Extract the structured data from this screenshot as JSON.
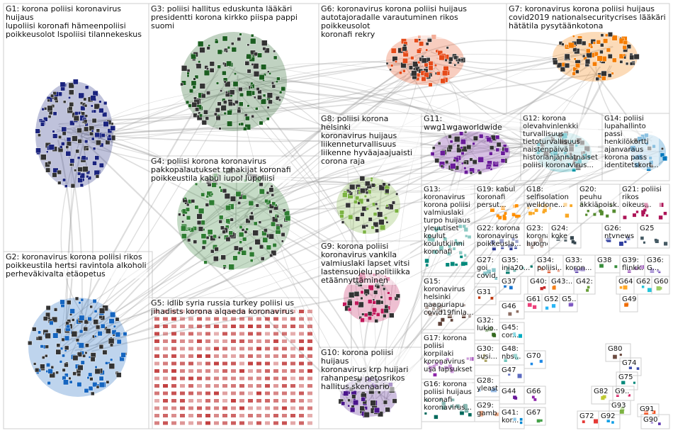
{
  "groups": [
    {
      "id": "G1",
      "label": "G1: korona poliisi koronavirus huijaus\nlupoliisi koronafi hämeenpoliisi\npoikkeusolot lspoliisi tilannekeskus",
      "color": "#1a237e"
    },
    {
      "id": "G2",
      "label": "G2: koronavirus korona poliisi rikos\npoikkeustila hertsi ravintola alkoholi\nperheväkivalta etäopetus",
      "color": "#1565c0"
    },
    {
      "id": "G3",
      "label": "G3: poliisi hallitus eduskunta lääkäri\npresidentti korona kirkko piispa pappi suomi",
      "color": "#1b5e20"
    },
    {
      "id": "G4",
      "label": "G4: poliisi korona koronavirus\npakkopalautukset tphakijat koronafi\npoikkeustila kabul iupol lupoliisi",
      "color": "#2e7d32"
    },
    {
      "id": "G5",
      "label": "G5: idlib syria russia turkey poliisi us\njihadists korona alqaeda koronavirus",
      "color": "#b71c1c"
    },
    {
      "id": "G6",
      "label": "G6: koronavirus korona poliisi huijaus\nautotajoradalle varautuminen rikos poikkeusolot\nkoronafi rekry",
      "color": "#e64a19"
    },
    {
      "id": "G7",
      "label": "G7: koronavirus korona poliisi huijaus\ncovid2019 nationalsecuritycrises lääkäri\nhätätila pysytäänkotona",
      "color": "#f57c00"
    },
    {
      "id": "G8",
      "label": "G8: poliisi korona helsinki\nkoronavirus huijaus\nliikenneturvallisuus\nliikenne hyväajaajuaisti\ncorona raja",
      "color": "#7cb342"
    },
    {
      "id": "G9",
      "label": "G9: korona poliisi\nkoronavirus vankila\nvalmiuslaki lapset vitsi\nlastensuojelu politiikka\netäännyttäminen",
      "color": "#c2185b"
    },
    {
      "id": "G10",
      "label": "G10: korona poliisi huijaus\nkoronavirus krp huijari\nrahanpesu petosrikos\nhallitus skenaario",
      "color": "#4a148c"
    },
    {
      "id": "G11",
      "label": "G11: wwg1wgaworldwide",
      "color": "#6a1b9a"
    },
    {
      "id": "G12",
      "label": "G12: korona\nolevahvinlenkki\nturvallisuus\ntietoturvallisuus\nnaistenpäivä\nhistorianjännätnaiset\npoliisi koronavirus...",
      "color": "#0097a7"
    },
    {
      "id": "G13",
      "label": "G13:\nkoronavirus\nkorona poliisi\nvalmiuslaki\nturpo huijaus\nyleuutiset\nkoulut\nkoulutkiinni\nkoronafi",
      "color": "#00897b"
    },
    {
      "id": "G14",
      "label": "G14: poliisi\nlupahallinto\npassi\nhenkilökortti\najanvaraus\nkorona pass\nidentitetskort...",
      "color": "#0277bd"
    },
    {
      "id": "G15",
      "label": "G15:\nkoronavirus\nhelsinki\nnaapuriapu\ncovid19finla...",
      "color": "#5d4037"
    },
    {
      "id": "G16",
      "label": "G16: korona\npoliisi huijaus\nkoronafi\nkoronavirus...",
      "color": "#00695c"
    },
    {
      "id": "G17",
      "label": "G17: korona\npoliisi\nkorpilaki\nkoronavirus\nusa lapsukset",
      "color": "#8e24aa"
    },
    {
      "id": "G18",
      "label": "G18:\nselfisolation\nwelldone...",
      "color": "#f9a825"
    },
    {
      "id": "G19",
      "label": "G19: kabul\nkoronafi\npersut...",
      "color": "#ff8f00"
    },
    {
      "id": "G20",
      "label": "G20: peuhu\näkkiäpoisk...",
      "color": "#558b2f"
    },
    {
      "id": "G21",
      "label": "G21: poliisi\nrikos\noikeus...",
      "color": "#ad1457"
    },
    {
      "id": "G22",
      "label": "G22: korona\nkoronavirus\npoikkeusla...",
      "color": "#283593"
    },
    {
      "id": "G23",
      "label": "G23:\nkorona\nhuomenta...",
      "color": "#6d4c41"
    },
    {
      "id": "G24",
      "label": "G24:\nkoke",
      "color": "#37474f"
    },
    {
      "id": "G25",
      "label": "G25",
      "color": "#455a64"
    },
    {
      "id": "G26",
      "label": "G26:\nntvnews",
      "color": "#303f9f"
    },
    {
      "id": "G27",
      "label": "G27:\ngoi\ncovid...",
      "color": "#00838f"
    },
    {
      "id": "G28",
      "label": "G28:\nyleast...",
      "color": "#1565c0"
    },
    {
      "id": "G29",
      "label": "G29:\ngamb...",
      "color": "#e65100"
    },
    {
      "id": "G30",
      "label": "G30:\nsusi...",
      "color": "#827717"
    },
    {
      "id": "G31",
      "label": "G31",
      "color": "#bf360c"
    },
    {
      "id": "G32",
      "label": "G32:\nlukio...",
      "color": "#33691e"
    },
    {
      "id": "G33",
      "label": "G33:\nkoron...",
      "color": "#4527a0"
    },
    {
      "id": "G34",
      "label": "G34:\npoliisi...",
      "color": "#d84315"
    },
    {
      "id": "G35",
      "label": "G35:\ninia20...",
      "color": "#00796b"
    },
    {
      "id": "G36",
      "label": "G36:\nG...",
      "color": "#5e35b1"
    },
    {
      "id": "G37",
      "label": "G37",
      "color": "#1976d2"
    },
    {
      "id": "G38",
      "label": "G38",
      "color": "#388e3c"
    },
    {
      "id": "G39",
      "label": "G39:\nflinkk...",
      "color": "#7b1fa2"
    },
    {
      "id": "G40",
      "label": "G40:...",
      "color": "#c62828"
    },
    {
      "id": "G41",
      "label": "G41:\nkor...",
      "color": "#0288d1"
    },
    {
      "id": "G42",
      "label": "G42:...",
      "color": "#689f38"
    },
    {
      "id": "G43",
      "label": "G43:...",
      "color": "#f57f17"
    },
    {
      "id": "G44",
      "label": "G44",
      "color": "#6a1b9a"
    },
    {
      "id": "G45",
      "label": "G45:\ncor...",
      "color": "#00acc1"
    },
    {
      "id": "G46",
      "label": "G46",
      "color": "#8d6e63"
    },
    {
      "id": "G47",
      "label": "G47",
      "color": "#5c6bc0"
    },
    {
      "id": "G48",
      "label": "G48:\nnbs...",
      "color": "#26a69a"
    },
    {
      "id": "G49",
      "label": "G49",
      "color": "#ef6c00"
    },
    {
      "id": "G5x",
      "label": "G5..",
      "color": "#7e57c2"
    },
    {
      "id": "G52",
      "label": "G52",
      "color": "#29b6f6"
    },
    {
      "id": "G60",
      "label": "G60",
      "color": "#9ccc65"
    },
    {
      "id": "G61",
      "label": "G61",
      "color": "#ec407a"
    },
    {
      "id": "G62",
      "label": "G62",
      "color": "#26c6da"
    },
    {
      "id": "G64",
      "label": "G64",
      "color": "#ffa726"
    },
    {
      "id": "G66",
      "label": "G66",
      "color": "#8e24aa"
    },
    {
      "id": "G67",
      "label": "G67",
      "color": "#43a047"
    },
    {
      "id": "G70",
      "label": "G70",
      "color": "#1e88e5"
    },
    {
      "id": "G72",
      "label": "G72",
      "color": "#e53935"
    },
    {
      "id": "G74",
      "label": "G74",
      "color": "#3949ab"
    },
    {
      "id": "G75",
      "label": "G75",
      "color": "#00897b"
    },
    {
      "id": "G80",
      "label": "G80",
      "color": "#6d4c41"
    },
    {
      "id": "G82",
      "label": "G82",
      "color": "#c0ca33"
    },
    {
      "id": "G90",
      "label": "G90",
      "color": "#5e35b1"
    },
    {
      "id": "G91",
      "label": "G91",
      "color": "#f4511e"
    },
    {
      "id": "G92",
      "label": "G92",
      "color": "#039be5"
    },
    {
      "id": "G93",
      "label": "G93",
      "color": "#7cb342"
    },
    {
      "id": "G9x",
      "label": "G9..",
      "color": "#d81b60"
    }
  ],
  "edge_color": "#9e9e9e"
}
